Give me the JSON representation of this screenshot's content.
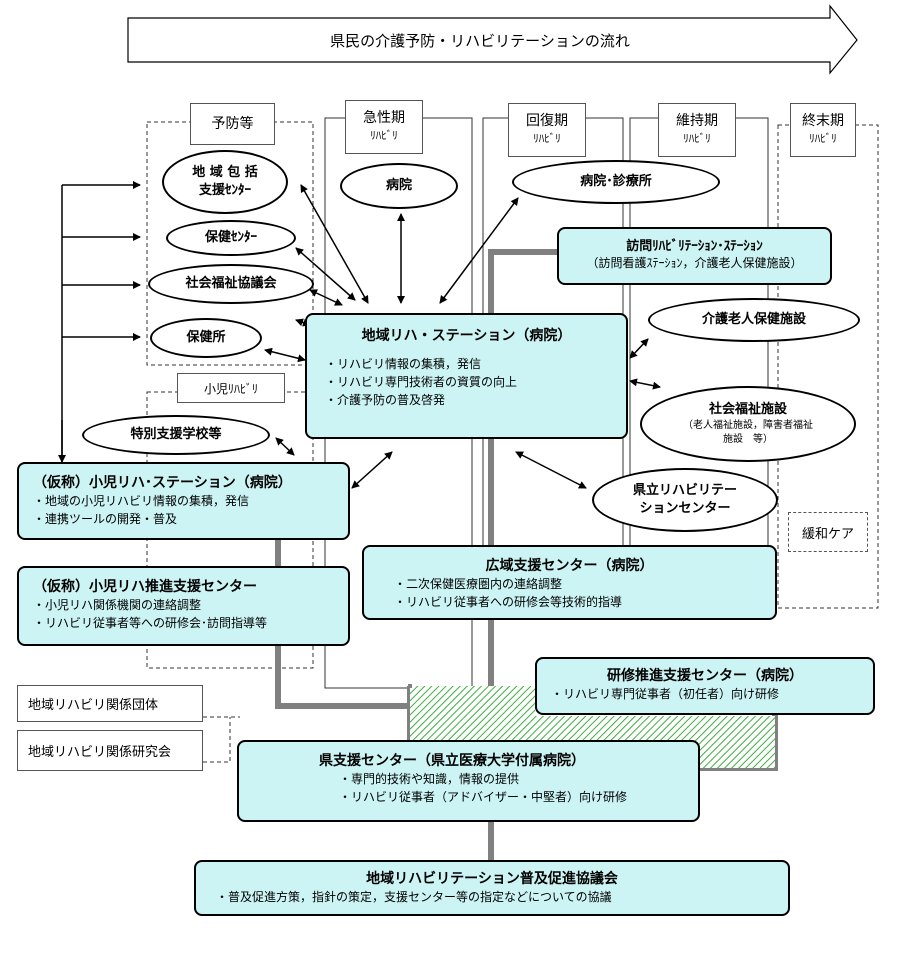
{
  "header": {
    "flow_title": "県民の介護予防・リハビリテーションの流れ"
  },
  "columns": [
    {
      "title": "予防等",
      "sub": ""
    },
    {
      "title": "急性期",
      "sub": "ﾘﾊﾋﾞﾘ"
    },
    {
      "title": "回復期",
      "sub": "ﾘﾊﾋﾞﾘ"
    },
    {
      "title": "維持期",
      "sub": "ﾘﾊﾋﾞﾘ"
    },
    {
      "title": "終末期",
      "sub": "ﾘﾊﾋﾞﾘ"
    }
  ],
  "pediatric_label": "小児ﾘﾊﾋﾞﾘ",
  "palliative_label": "緩和ケア",
  "ellipses": {
    "comprehensive_center": [
      "地 域 包 括",
      "支援ｾﾝﾀｰ"
    ],
    "health_center": "保健ｾﾝﾀｰ",
    "social_welfare_council": "社会福祉協議会",
    "public_health_office": "保健所",
    "special_support_school": "特別支援学校等",
    "hospital": "病院",
    "hospital_clinic": "病院･診療所",
    "elderly_care_facility": "介護老人保健施設",
    "social_welfare_facility": {
      "title": "社会福祉施設",
      "detail": [
        "（老人福祉施設，障害者福祉",
        "施設　等）"
      ]
    },
    "prefectural_rehab_center": [
      "県立リハビリテー",
      "ションセンター"
    ]
  },
  "boxes": {
    "visiting_station": {
      "title": "訪問ﾘﾊﾋﾞﾘﾃｰｼｮﾝ･ｽﾃｰｼｮﾝ",
      "detail": "（訪問看護ｽﾃｰｼｮﾝ，介護老人保健施設）"
    },
    "regional_station": {
      "title": "地域リハ・ステーション（病院）",
      "items": [
        "・リハビリ情報の集積，発信",
        "・リハビリ専門技術者の資質の向上",
        "・介護予防の普及啓発"
      ]
    },
    "pediatric_station": {
      "title": "（仮称）小児リハ･ステーション（病院）",
      "items": [
        "・地域の小児リハビリ情報の集積，発信",
        "・連携ツールの開発・普及"
      ]
    },
    "pediatric_support_center": {
      "title": "（仮称）小児リハ推進支援センター",
      "items": [
        "・小児リハ関係機関の連絡調整",
        "・リハビリ従事者等への研修会･訪問指導等"
      ]
    },
    "wide_area_center": {
      "title": "広域支援センター（病院）",
      "items": [
        "・二次保健医療圏内の連絡調整",
        "・リハビリ従事者への研修会等技術的指導"
      ]
    },
    "training_center": {
      "title": "研修推進支援センター（病院）",
      "items": [
        "・リハビリ専門従事者（初任者）向け研修"
      ]
    },
    "prefectural_center": {
      "title": "県支援センター（県立医療大学付属病院）",
      "items": [
        "・専門的技術や知識，情報の提供",
        "・リハビリ従事者（アドバイザー・中堅者）向け研修"
      ]
    },
    "council": {
      "title": "地域リハビリテーション普及促進協議会",
      "items": [
        "・普及促進方策，指針の策定，支援センター等の指定などについての協議"
      ]
    }
  },
  "side_labels": [
    "地域リハビリ関係団体",
    "地域リハビリ関係研究会"
  ],
  "colors": {
    "box_fill": "#ccf4f4",
    "connector": "#808080",
    "hatch": "#3fae3f"
  }
}
